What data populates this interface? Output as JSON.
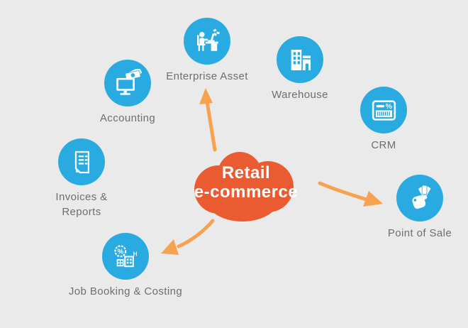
{
  "center": {
    "title": "Retail e-commerce",
    "line1": "Retail",
    "line2": "e-commerce"
  },
  "nodes": [
    {
      "id": "enterprise-asset",
      "label": "Enterprise Asset",
      "icon": "person-at-desk-icon"
    },
    {
      "id": "warehouse",
      "label": "Warehouse",
      "icon": "warehouse-building-icon"
    },
    {
      "id": "crm",
      "label": "CRM",
      "icon": "coupon-barcode-icon"
    },
    {
      "id": "point-of-sale",
      "label": "Point of Sale",
      "icon": "hand-holding-money-icon"
    },
    {
      "id": "job-booking-costing",
      "label": "Job Booking & Costing",
      "icon": "discount-badge-building-icon"
    },
    {
      "id": "invoices-reports",
      "label": "Invoices & Reports",
      "icon": "invoice-document-icon"
    },
    {
      "id": "accounting",
      "label": "Accounting",
      "icon": "monitor-money-icon"
    }
  ],
  "glyphs": {
    "crm_percent": "%",
    "job_percent": "%",
    "job_h": "H"
  },
  "connections": [
    {
      "from": "retail-ecommerce",
      "to": "enterprise-asset"
    },
    {
      "from": "retail-ecommerce",
      "to": "point-of-sale"
    },
    {
      "from": "retail-ecommerce",
      "to": "job-booking-costing"
    }
  ],
  "theme": {
    "bg": "#EAEAEA",
    "accent": "#29ABE2",
    "cloud": "#EA5B31",
    "arrow": "#F7A24E",
    "label": "#6D6E70"
  }
}
